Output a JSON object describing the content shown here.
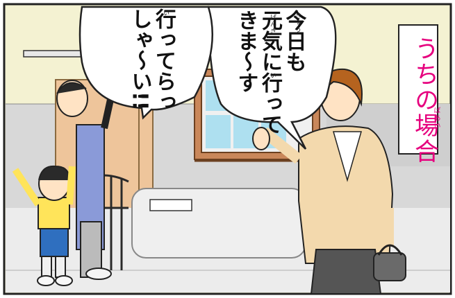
{
  "panel": {
    "title": "うちの場合",
    "title_ruby": "ばあい",
    "title_color": "#e6007e"
  },
  "speech_right": {
    "text": "今日も\n元気に行って\nきま～す",
    "ruby_kyou": "きょう",
    "ruby_genki": "げんき",
    "ruby_i": "い"
  },
  "speech_left": {
    "text": "行ってらっ\nしゃ～い!!",
    "ruby_i": "い"
  },
  "colors": {
    "sky": "#f4f2d2",
    "wall": "#d8d8d8",
    "road": "#ececec",
    "door": "#eec59b",
    "window_glass": "#aee0f0",
    "apron": "#8a9ad8",
    "child_shirt": "#ffe45a",
    "child_pants": "#2f6fbf",
    "mother_jacket": "#f3d9ad",
    "skirt": "#555555"
  }
}
